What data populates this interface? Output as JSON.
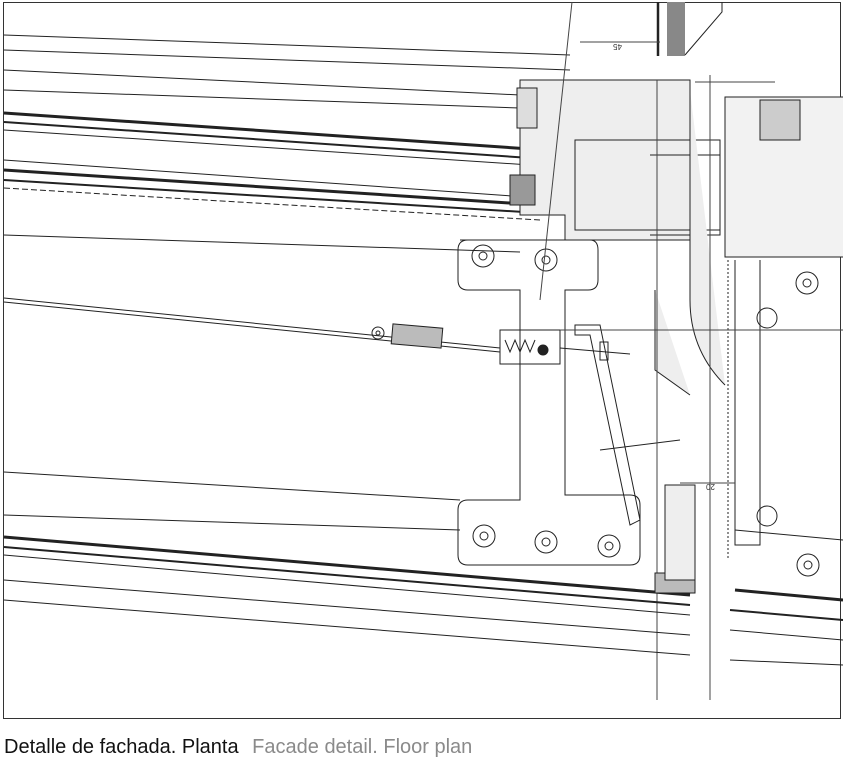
{
  "drawing": {
    "dimensions": [
      "45",
      "20"
    ],
    "colors": {
      "line": "#222222",
      "fill_gray": "#888888",
      "profile_fill": "#e6e6e6",
      "insulation": "#bbbbbb"
    }
  },
  "caption": {
    "spanish": "Detalle de fachada. Planta",
    "english": "Facade detail. Floor plan"
  }
}
